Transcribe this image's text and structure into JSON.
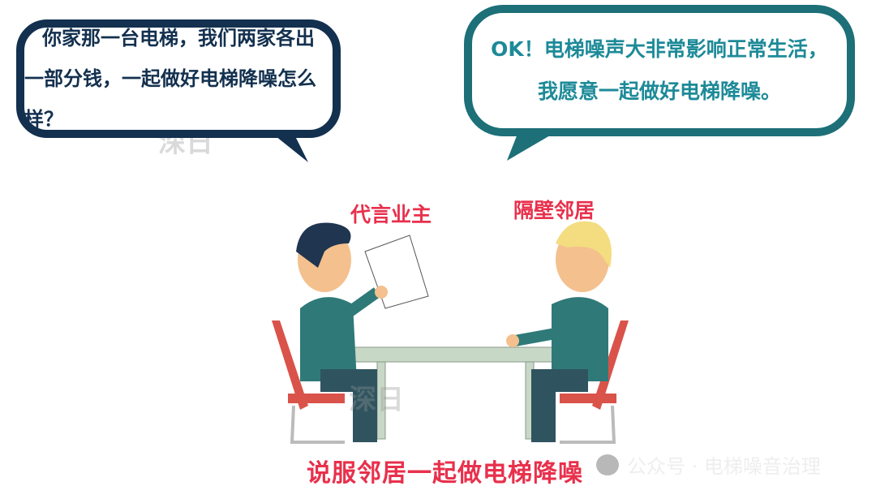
{
  "bubbles": {
    "left": {
      "line1": "你家那一台电梯，我们两家各出",
      "line2": "一部分钱，一起做好电梯降噪怎么样？",
      "border_color": "#13304f"
    },
    "right": {
      "line1": "OK！电梯噪声大非常影响正常生活，",
      "line2": "我愿意一起做好电梯降噪。",
      "border_color": "#1d6f78",
      "text_color": "#1d8a98"
    }
  },
  "labels": {
    "left_person": "代言业主",
    "right_person": "隔壁邻居"
  },
  "caption": "说服邻居一起做电梯降噪",
  "watermark": {
    "icon": "wechat-icon",
    "text": "公众号 · 电梯噪音治理",
    "logo": "深日"
  },
  "colors": {
    "accent_red": "#e8304c",
    "navy": "#13304f",
    "teal": "#1d6f78"
  }
}
